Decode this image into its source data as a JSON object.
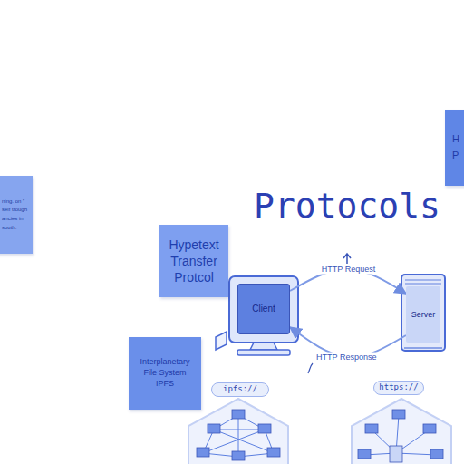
{
  "diagram": {
    "title": "Protocols",
    "nodes": [
      {
        "text": [
          "H P"
        ]
      },
      {
        "text": [
          "ning. on ” self trough ancies in south."
        ]
      },
      {
        "text": [
          "Hypetext Transfer Protcol"
        ]
      },
      {
        "text": [
          "Client"
        ]
      },
      {
        "text": [
          "Server"
        ]
      },
      {
        "text": [
          "Interplanetary File System IPFS"
        ]
      },
      {
        "text": [
          "ipfs://"
        ]
      },
      {
        "text": [
          "https://"
        ]
      }
    ],
    "edges": [
      {
        "from": 3,
        "to": 4,
        "label": "HTTP Request",
        "arrow": "to"
      },
      {
        "from": 4,
        "to": 3,
        "label": "HTTP Response",
        "arrow": "to"
      }
    ]
  }
}
